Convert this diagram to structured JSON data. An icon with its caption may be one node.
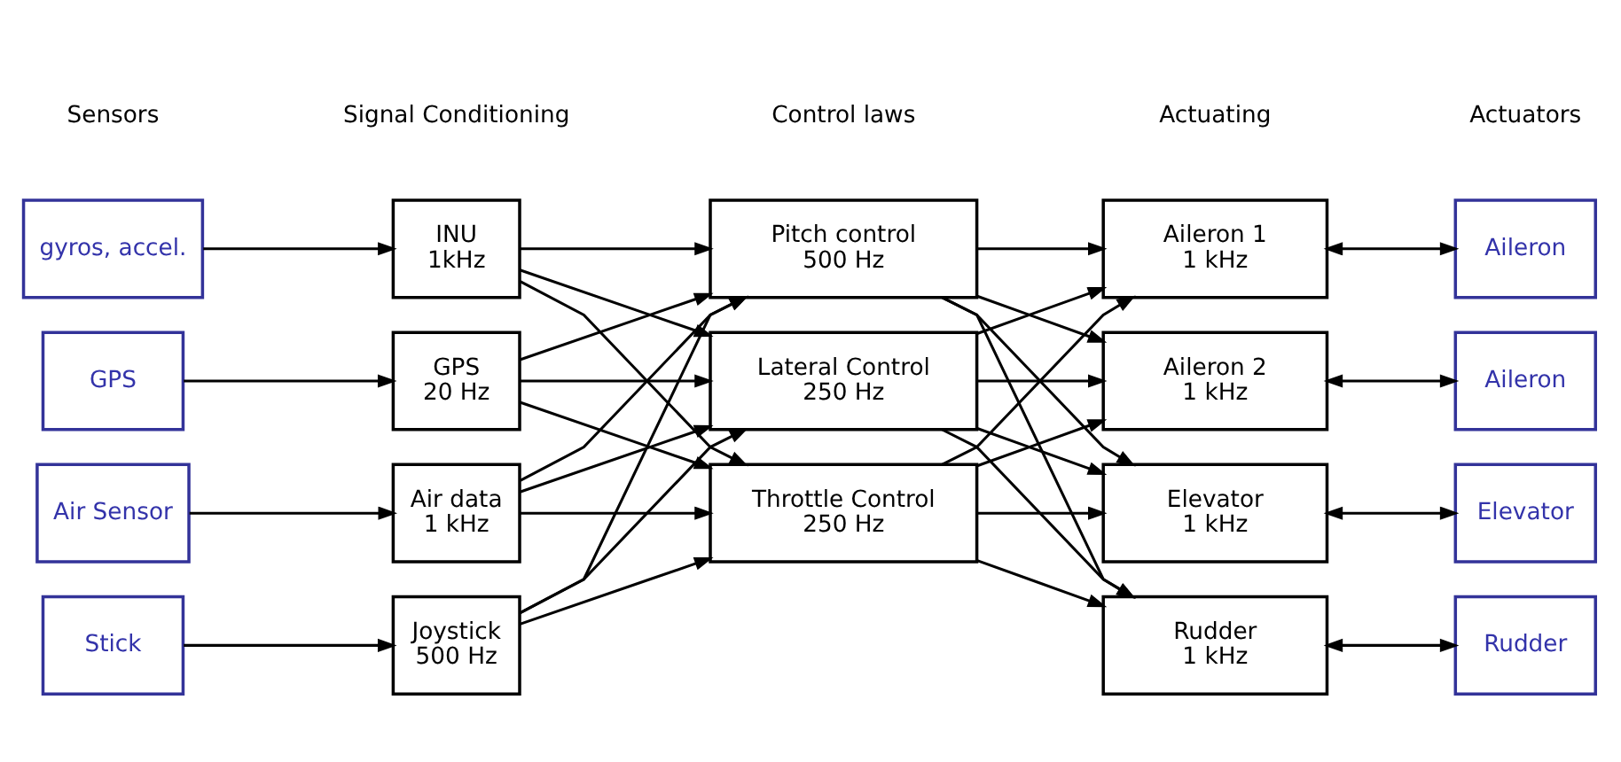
{
  "diagram": {
    "nodes": [
      {
        "text": [
          "gyros, accel."
        ]
      },
      {
        "text": [
          "GPS"
        ]
      },
      {
        "text": [
          "Air Sensor"
        ]
      },
      {
        "text": [
          "Stick"
        ]
      },
      {
        "text": [
          "INU",
          "1kHz"
        ]
      },
      {
        "text": [
          "GPS",
          "20 Hz"
        ]
      },
      {
        "text": [
          "Air data",
          "1 kHz"
        ]
      },
      {
        "text": [
          "Joystick",
          "500 Hz"
        ]
      },
      {
        "text": [
          "Pitch control",
          "500 Hz"
        ]
      },
      {
        "text": [
          "Lateral Control",
          "250 Hz"
        ]
      },
      {
        "text": [
          "Throttle Control",
          "250 Hz"
        ]
      },
      {
        "text": [
          "Aileron 1",
          "1 kHz"
        ]
      },
      {
        "text": [
          "Aileron 2",
          "1 kHz"
        ]
      },
      {
        "text": [
          "Elevator",
          "1 kHz"
        ]
      },
      {
        "text": [
          "Rudder",
          "1 kHz"
        ]
      },
      {
        "text": [
          "Aileron"
        ]
      },
      {
        "text": [
          "Aileron"
        ]
      },
      {
        "text": [
          "Elevator"
        ]
      },
      {
        "text": [
          "Rudder"
        ]
      }
    ],
    "edges": [
      {
        "from": 0,
        "to": 4,
        "arrow": "to"
      },
      {
        "from": 1,
        "to": 5,
        "arrow": "to"
      },
      {
        "from": 2,
        "to": 6,
        "arrow": "to"
      },
      {
        "from": 3,
        "to": 7,
        "arrow": "to"
      },
      {
        "from": 4,
        "to": 8,
        "arrow": "to"
      },
      {
        "from": 4,
        "to": 9,
        "arrow": "to"
      },
      {
        "from": 4,
        "to": 10,
        "arrow": "to"
      },
      {
        "from": 5,
        "to": 8,
        "arrow": "to"
      },
      {
        "from": 5,
        "to": 9,
        "arrow": "to"
      },
      {
        "from": 5,
        "to": 10,
        "arrow": "to"
      },
      {
        "from": 6,
        "to": 8,
        "arrow": "to"
      },
      {
        "from": 6,
        "to": 9,
        "arrow": "to"
      },
      {
        "from": 6,
        "to": 10,
        "arrow": "to"
      },
      {
        "from": 7,
        "to": 8,
        "arrow": "to"
      },
      {
        "from": 7,
        "to": 9,
        "arrow": "to"
      },
      {
        "from": 7,
        "to": 10,
        "arrow": "to"
      },
      {
        "from": 8,
        "to": 11,
        "arrow": "to"
      },
      {
        "from": 8,
        "to": 12,
        "arrow": "to"
      },
      {
        "from": 8,
        "to": 13,
        "arrow": "to"
      },
      {
        "from": 8,
        "to": 14,
        "arrow": "to"
      },
      {
        "from": 9,
        "to": 11,
        "arrow": "to"
      },
      {
        "from": 9,
        "to": 12,
        "arrow": "to"
      },
      {
        "from": 9,
        "to": 13,
        "arrow": "to"
      },
      {
        "from": 9,
        "to": 14,
        "arrow": "to"
      },
      {
        "from": 10,
        "to": 11,
        "arrow": "to"
      },
      {
        "from": 10,
        "to": 12,
        "arrow": "to"
      },
      {
        "from": 10,
        "to": 13,
        "arrow": "to"
      },
      {
        "from": 10,
        "to": 14,
        "arrow": "to"
      },
      {
        "from": 11,
        "to": 15,
        "arrow": "both"
      },
      {
        "from": 12,
        "to": 16,
        "arrow": "both"
      },
      {
        "from": 13,
        "to": 17,
        "arrow": "both"
      },
      {
        "from": 14,
        "to": 18,
        "arrow": "both"
      }
    ],
    "labels": [
      "Sensors",
      "Signal Conditioning",
      "Control laws",
      "Actuating",
      "Actuators"
    ]
  }
}
